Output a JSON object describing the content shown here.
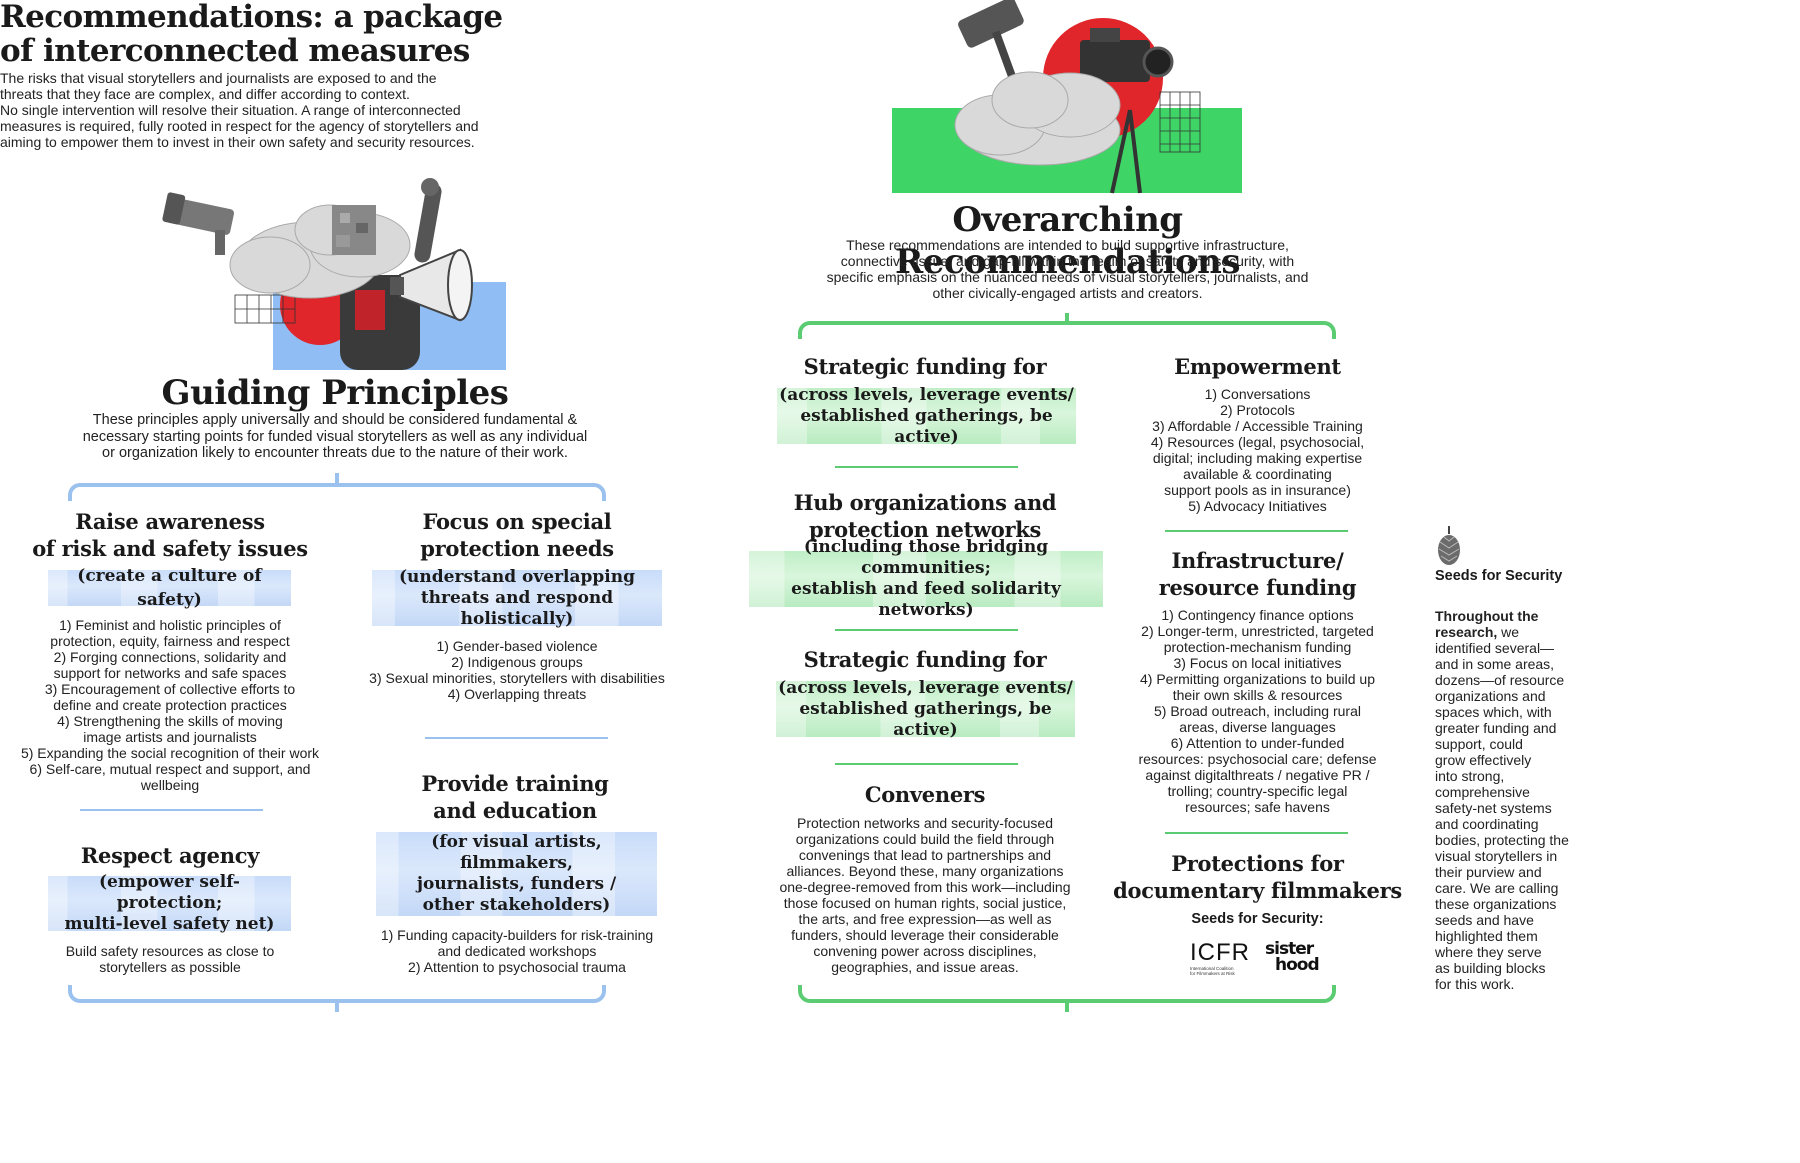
{
  "header": {
    "title_line1": "Recommendations: a package",
    "title_line2": "of interconnected measures",
    "intro": "The risks that visual storytellers and journalists are exposed to and the\nthreats that they face are complex, and differ according to context.\nNo single intervention will resolve their situation. A range of interconnected\nmeasures is required, fully rooted in respect for the agency of storytellers and\naiming to empower them to invest in their own safety and security resources."
  },
  "guiding": {
    "title": "Guiding Principles",
    "intro": "These principles apply universally and should be considered fundamental &\nnecessary starting points for funded visual storytellers as well as any individual\nor organization likely to encounter threats due to the nature of their work.",
    "raise": {
      "title": "Raise awareness\nof risk and safety issues",
      "pill": "(create a culture of safety)",
      "items": "1) Feminist and holistic principles of\nprotection, equity, fairness and respect\n2) Forging connections, solidarity and\nsupport for networks and safe spaces\n3) Encouragement of collective efforts to\ndefine and create protection practices\n4) Strengthening the skills of moving\nimage artists and journalists\n5) Expanding the social recognition of their work\n6) Self-care, mutual respect and support, and wellbeing"
    },
    "focus": {
      "title": "Focus on special\nprotection needs",
      "pill": "(understand overlapping\nthreats and respond holistically)",
      "items": "1) Gender-based violence\n2) Indigenous groups\n3) Sexual minorities, storytellers with disabilities\n4) Overlapping threats"
    },
    "respect": {
      "title": "Respect agency",
      "pill": "(empower self-protection;\nmulti-level safety net)",
      "items": "Build safety resources as close to\nstorytellers as possible"
    },
    "training": {
      "title": "Provide training\nand education",
      "pill": "(for visual artists, filmmakers,\njournalists, funders /\nother stakeholders)",
      "items": "1) Funding capacity-builders for risk-training\nand dedicated workshops\n2) Attention to psychosocial trauma"
    }
  },
  "overarching": {
    "title": "Overarching Recommendations",
    "intro": "These recommendations are intended to build supportive infrastructure,\nconnective tissue, and gap-fill within the realm of safety and security, with\nspecific emphasis on the nuanced needs of visual storytellers, journalists, and\nother civically-engaged artists and creators.",
    "strategic1": {
      "title": "Strategic funding for awareness",
      "pill": "(across levels, leverage events/\nestablished gatherings, be active)"
    },
    "hub": {
      "title": "Hub organizations and\nprotection networks",
      "pill": "(including those bridging communities;\nestablish and feed solidarity networks)"
    },
    "strategic2": {
      "title": "Strategic funding for awareness",
      "pill": "(across levels, leverage events/\nestablished gatherings, be active)"
    },
    "conveners": {
      "title": "Conveners",
      "body": "Protection networks and security-focused\norganizations could build the field through\nconvenings that lead to partnerships and\nalliances. Beyond these, many organizations\none-degree-removed from this work—including\nthose focused on human rights, social justice,\nthe arts, and free expression—as well as\nfunders, should leverage their considerable\nconvening power across disciplines,\ngeographies, and issue areas."
    },
    "empowerment": {
      "title": "Empowerment",
      "items": "1) Conversations\n2) Protocols\n3) Affordable / Accessible Training\n4) Resources (legal, psychosocial,\ndigital; including making expertise\navailable & coordinating\nsupport pools as in insurance)\n5) Advocacy Initiatives"
    },
    "infrastructure": {
      "title": "Infrastructure/\nresource funding",
      "items": "1) Contingency finance options\n2) Longer-term, unrestricted, targeted\nprotection-mechanism funding\n3) Focus on local initiatives\n4) Permitting organizations to build up\ntheir own skills & resources\n5) Broad outreach, including rural\nareas, diverse languages\n6) Attention to under-funded\nresources: psychosocial care; defense\nagainst digitalthreats / negative PR /\ntrolling; country-specific legal\nresources; safe havens"
    },
    "protections": {
      "title": "Protections for\ndocumentary filmmakers",
      "seeds_label": "Seeds for Security:",
      "logo1": "ICFR",
      "logo1_sub": "International Coalition\nfor Filmmakers at Risk",
      "logo2_top": "sister",
      "logo2_bottom": "hood"
    }
  },
  "sidebar": {
    "title": "Seeds for Security",
    "lead": "Throughout the\nresearch,",
    "lead_after": " we",
    "body": "identified several—\nand in some areas,\ndozens—of resource\norganizations and\nspaces which, with\ngreater funding and\nsupport, could\ngrow effectively\ninto strong,\ncomprehensive\nsafety-net systems\nand coordinating\nbodies, protecting the\nvisual storytellers in\ntheir purview and\ncare. We are calling\nthese organizations\nseeds and have\nhighlighted them\nwhere they serve\nas building blocks\nfor this work."
  },
  "colors": {
    "guiding_accent": "#9bc1ee",
    "overarching_accent": "#5ccc73",
    "red": "#e0262b",
    "green_block": "#3fd466",
    "blue_block": "#8fbdf4"
  },
  "icons": [
    "security-camera-icon",
    "megaphone-icon",
    "gavel-icon",
    "video-camera-icon",
    "cloud-icon",
    "pinecone-icon"
  ]
}
